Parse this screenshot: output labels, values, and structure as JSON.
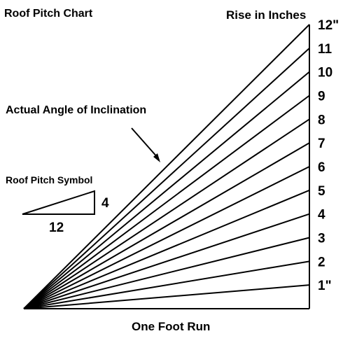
{
  "title": "Roof Pitch Chart",
  "rise_label": "Rise in Inches",
  "run_label": "One Foot Run",
  "angle_label": "Actual Angle of Inclination",
  "symbol": {
    "label": "Roof Pitch Symbol",
    "rise": "4",
    "run": "12"
  },
  "rise_tick_labels": [
    "1\"",
    "2",
    "3",
    "4",
    "5",
    "6",
    "7",
    "8",
    "9",
    "10",
    "11",
    "12\""
  ],
  "colors": {
    "line": "#000000",
    "background": "#ffffff"
  }
}
